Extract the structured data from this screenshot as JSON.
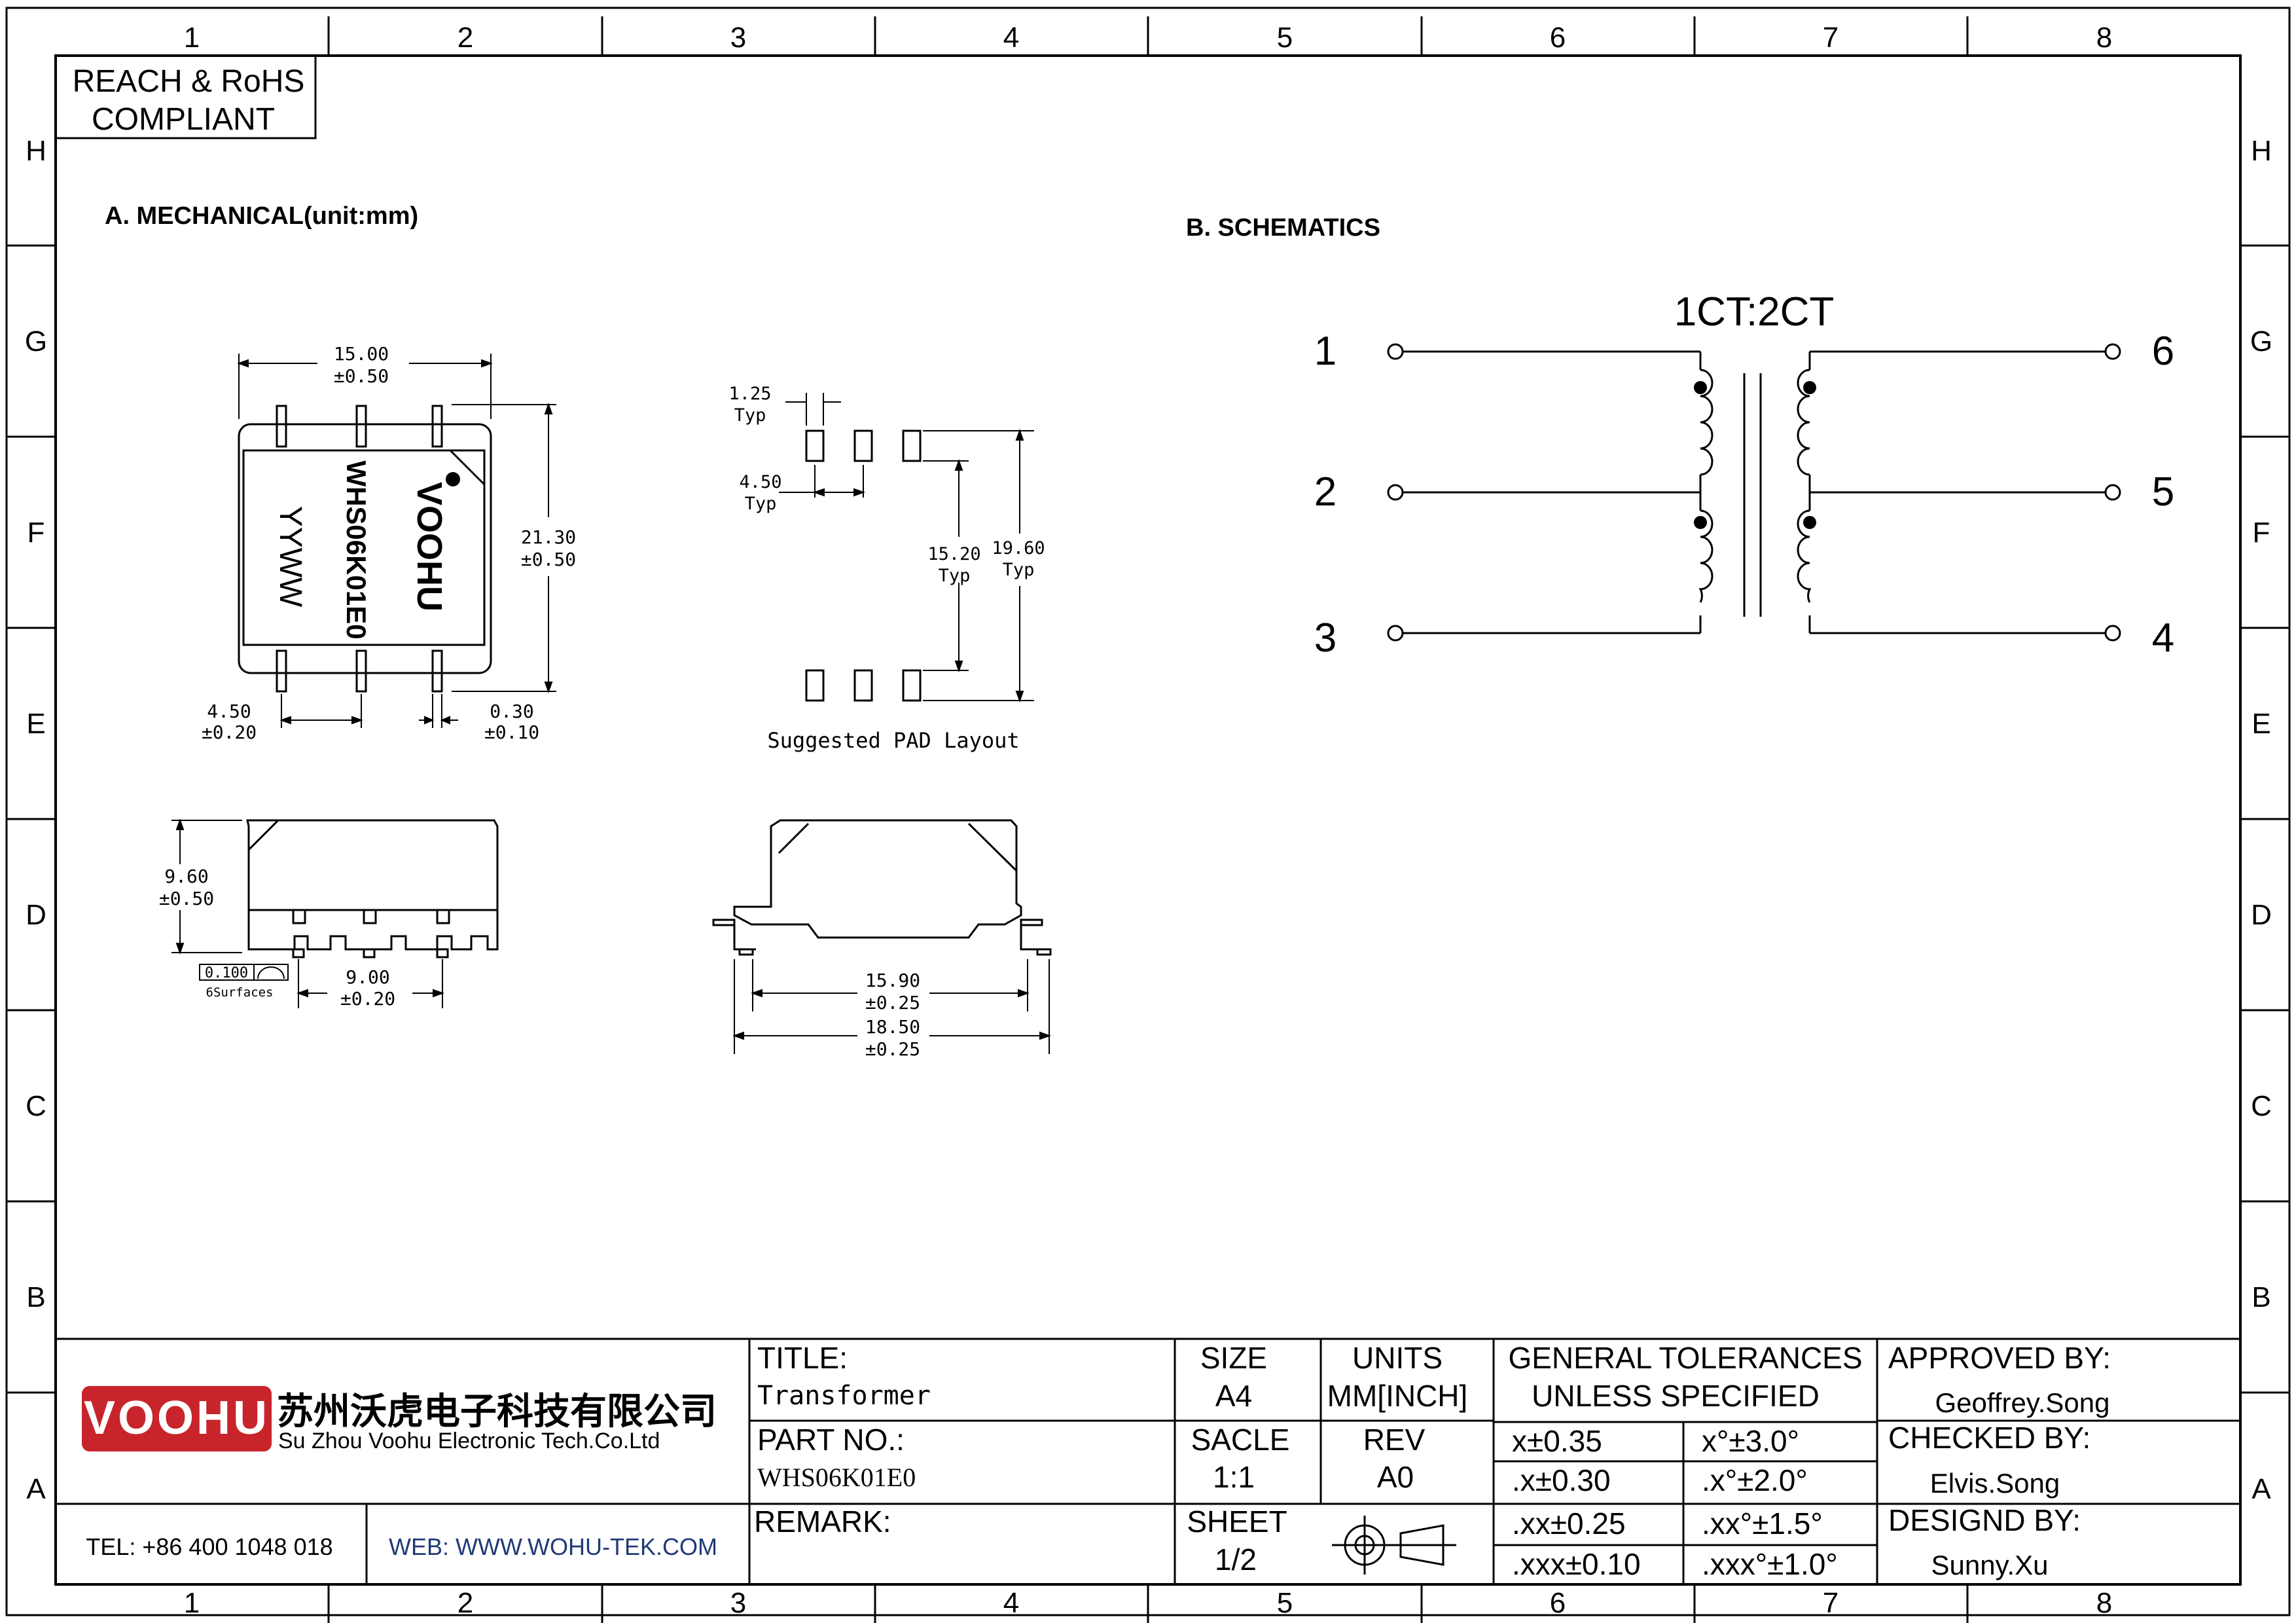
{
  "zone_columns": [
    "1",
    "2",
    "3",
    "4",
    "5",
    "6",
    "7",
    "8"
  ],
  "zone_rows": [
    "H",
    "G",
    "F",
    "E",
    "D",
    "C",
    "B",
    "A"
  ],
  "compliance": {
    "line1": "REACH & RoHS",
    "line2": "COMPLIANT"
  },
  "section_a": {
    "heading": "A. MECHANICAL(unit:mm)"
  },
  "section_b": {
    "heading": "B. SCHEMATICS"
  },
  "mechanical": {
    "top_view": {
      "width": "15.00",
      "width_tol": "±0.50",
      "height": "21.30",
      "height_tol": "±0.50",
      "pin_pitch": "4.50",
      "pin_pitch_tol": "±0.20",
      "pin_width": "0.30",
      "pin_width_tol": "±0.10",
      "marking_brand": "VOOHU",
      "marking_part": "WHS06K01E0",
      "marking_date": "YYWW"
    },
    "pad_layout": {
      "caption": "Suggested PAD Layout",
      "pad_width": "1.25",
      "pad_width_note": "Typ",
      "pad_pitch": "4.50",
      "pad_pitch_note": "Typ",
      "inner_span": "15.20",
      "inner_span_note": "Typ",
      "outer_span": "19.60",
      "outer_span_note": "Typ"
    },
    "side_view": {
      "height": "9.60",
      "height_tol": "±0.50",
      "pin_span": "9.00",
      "pin_span_tol": "±0.20",
      "flatness": "0.100",
      "flatness_note": "6Surfaces"
    },
    "end_view": {
      "body_width": "15.90",
      "body_width_tol": "±0.25",
      "lead_width": "18.50",
      "lead_width_tol": "±0.25"
    }
  },
  "schematic": {
    "ratio": "1CT:2CT",
    "pins_left": [
      "1",
      "2",
      "3"
    ],
    "pins_right": [
      "6",
      "5",
      "4"
    ]
  },
  "title_block": {
    "company_cn": "苏州沃虎电子科技有限公司",
    "company_en": "Su Zhou Voohu Electronic Tech.Co.Ltd",
    "logo_text": "VOOHU",
    "logo_color": "#c8242b",
    "tel": "TEL: +86 400 1048 018",
    "web": "WEB: WWW.WOHU-TEK.COM",
    "web_color": "#1f3a78",
    "title_label": "TITLE:",
    "title_value": "Transformer",
    "part_label": "PART NO.:",
    "part_value": "WHS06K01E0",
    "remark_label": "REMARK:",
    "size_label": "SIZE",
    "size_value": "A4",
    "units_label": "UNITS",
    "units_value": "MM[INCH]",
    "scale_label": "SACLE",
    "scale_value": "1:1",
    "rev_label": "REV",
    "rev_value": "A0",
    "sheet_label": "SHEET",
    "sheet_value": "1/2",
    "tol_heading1": "GENERAL TOLERANCES",
    "tol_heading2": "UNLESS SPECIFIED",
    "tolerances": [
      [
        "x±0.35",
        "x°±3.0°"
      ],
      [
        ".x±0.30",
        ".x°±2.0°"
      ],
      [
        ".xx±0.25",
        ".xx°±1.5°"
      ],
      [
        ".xxx±0.10",
        ".xxx°±1.0°"
      ]
    ],
    "approved_label": "APPROVED BY:",
    "approved_name": "Geoffrey.Song",
    "checked_label": "CHECKED BY:",
    "checked_name": "Elvis.Song",
    "designed_label": "DESIGND BY:",
    "designed_name": "Sunny.Xu"
  }
}
